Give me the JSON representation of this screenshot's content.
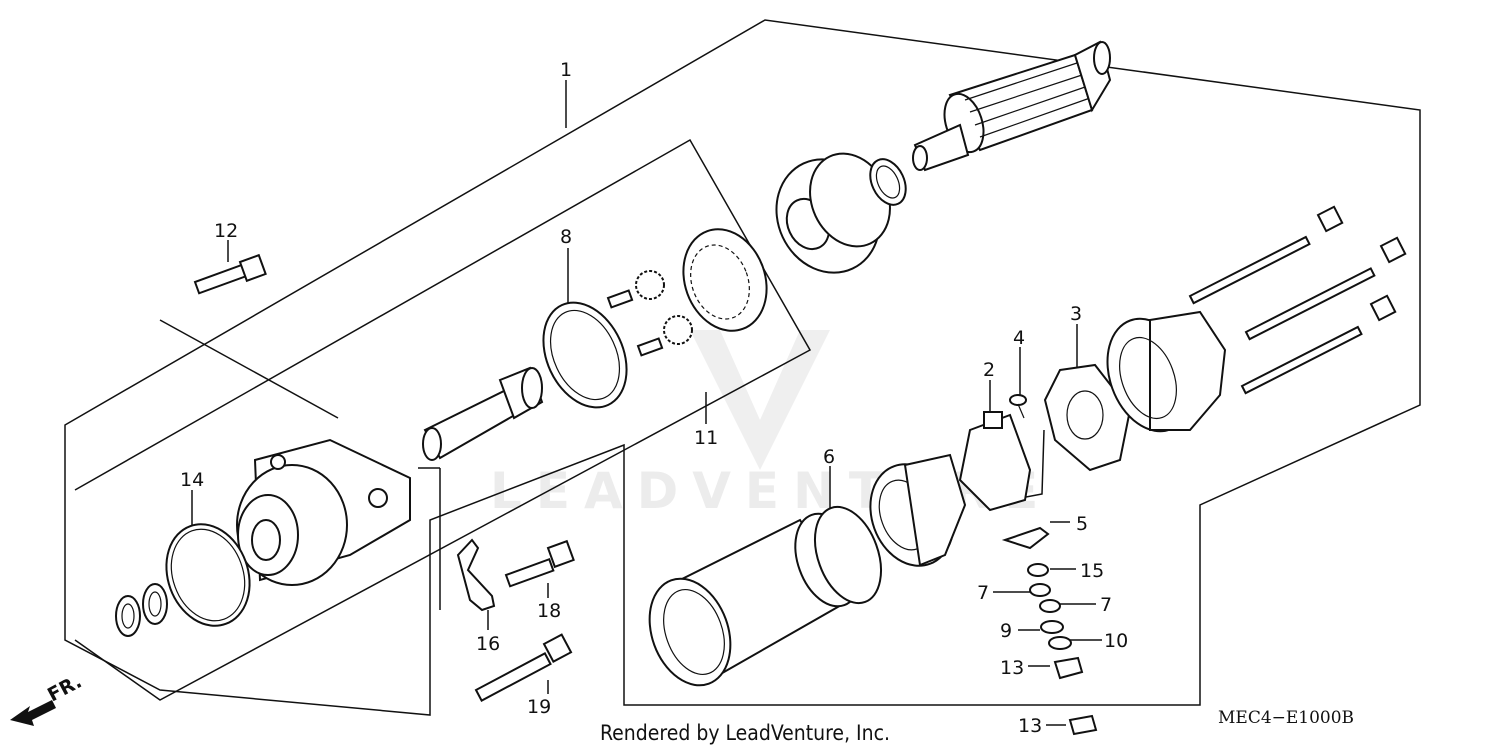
{
  "diagram": {
    "watermark": "LEADVENTURE",
    "credit": "Rendered by LeadVenture, Inc.",
    "diagram_code": "MEC4−E1000B",
    "direction_label": "FR.",
    "part_numbers": {
      "p1": "1",
      "p2": "2",
      "p3": "3",
      "p4": "4",
      "p5": "5",
      "p6": "6",
      "p7a": "7",
      "p7b": "7",
      "p8": "8",
      "p9": "9",
      "p10": "10",
      "p11": "11",
      "p12": "12",
      "p13a": "13",
      "p13b": "13",
      "p14": "14",
      "p15": "15",
      "p16": "16",
      "p18": "18",
      "p19": "19"
    }
  }
}
